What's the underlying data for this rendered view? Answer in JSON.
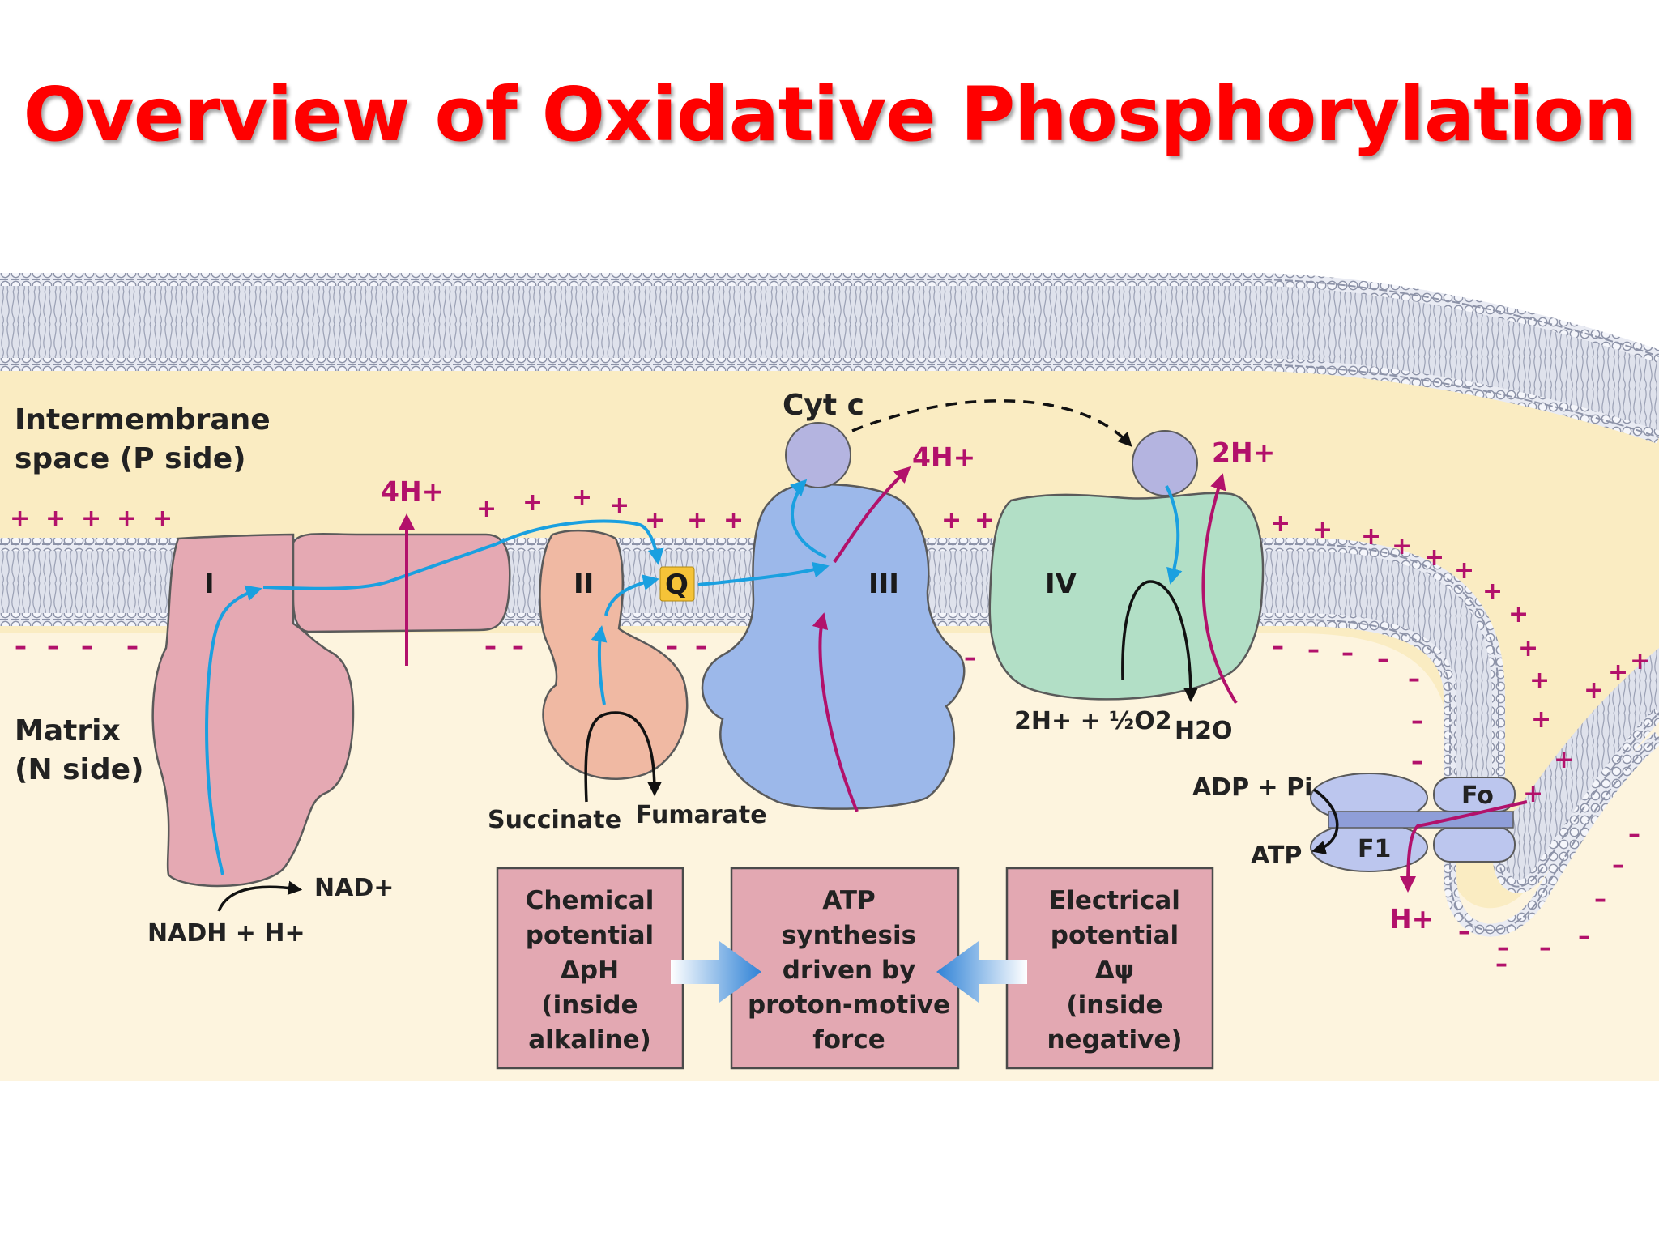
{
  "title": "Overview of Oxidative Phosphorylation",
  "colors": {
    "title": "#ff0000",
    "complex_I": "#e5a9b3",
    "complex_II": "#f0b9a3",
    "complex_III": "#9cb8ea",
    "complex_IV": "#b2dfc6",
    "cyt_c": "#b4b4e0",
    "atp_synthase": "#bcc6ee",
    "quinone": "#f5c338",
    "proton_arrow": "#b2116b",
    "electron_arrow": "#1aa0e0",
    "info_box": "#e3a8b2",
    "intermembrane_space": "#faecc2",
    "matrix": "#fdf4de"
  },
  "regions": {
    "intermembrane_line1": "Intermembrane",
    "intermembrane_line2": "space (P side)",
    "matrix_line1": "Matrix",
    "matrix_line2": "(N side)"
  },
  "complexes": {
    "complex_1": "I",
    "complex_2": "II",
    "complex_3": "III",
    "complex_4": "IV",
    "quinone": "Q",
    "cyt_c": "Cyt c",
    "fo": "Fo",
    "f1": "F1"
  },
  "protons": {
    "complex_1_out": "4H+",
    "complex_3_out": "4H+",
    "complex_4_out": "2H+",
    "atp_synthase_in": "H+"
  },
  "charges": {
    "positive": "+",
    "negative": "–"
  },
  "reactions": {
    "nadh": "NADH + H+",
    "nad": "NAD+",
    "succinate": "Succinate",
    "fumarate": "Fumarate",
    "oxygen": "2H+ + ½O2",
    "water": "H2O",
    "adp": "ADP + Pi",
    "atp": "ATP"
  },
  "boxes": [
    {
      "lines": [
        "Chemical",
        "potential",
        "ΔpH",
        "(inside",
        "alkaline)"
      ]
    },
    {
      "lines": [
        "ATP",
        "synthesis",
        "driven by",
        "proton-motive",
        "force"
      ]
    },
    {
      "lines": [
        "Electrical",
        "potential",
        "Δψ",
        "(inside",
        "negative)"
      ]
    }
  ]
}
